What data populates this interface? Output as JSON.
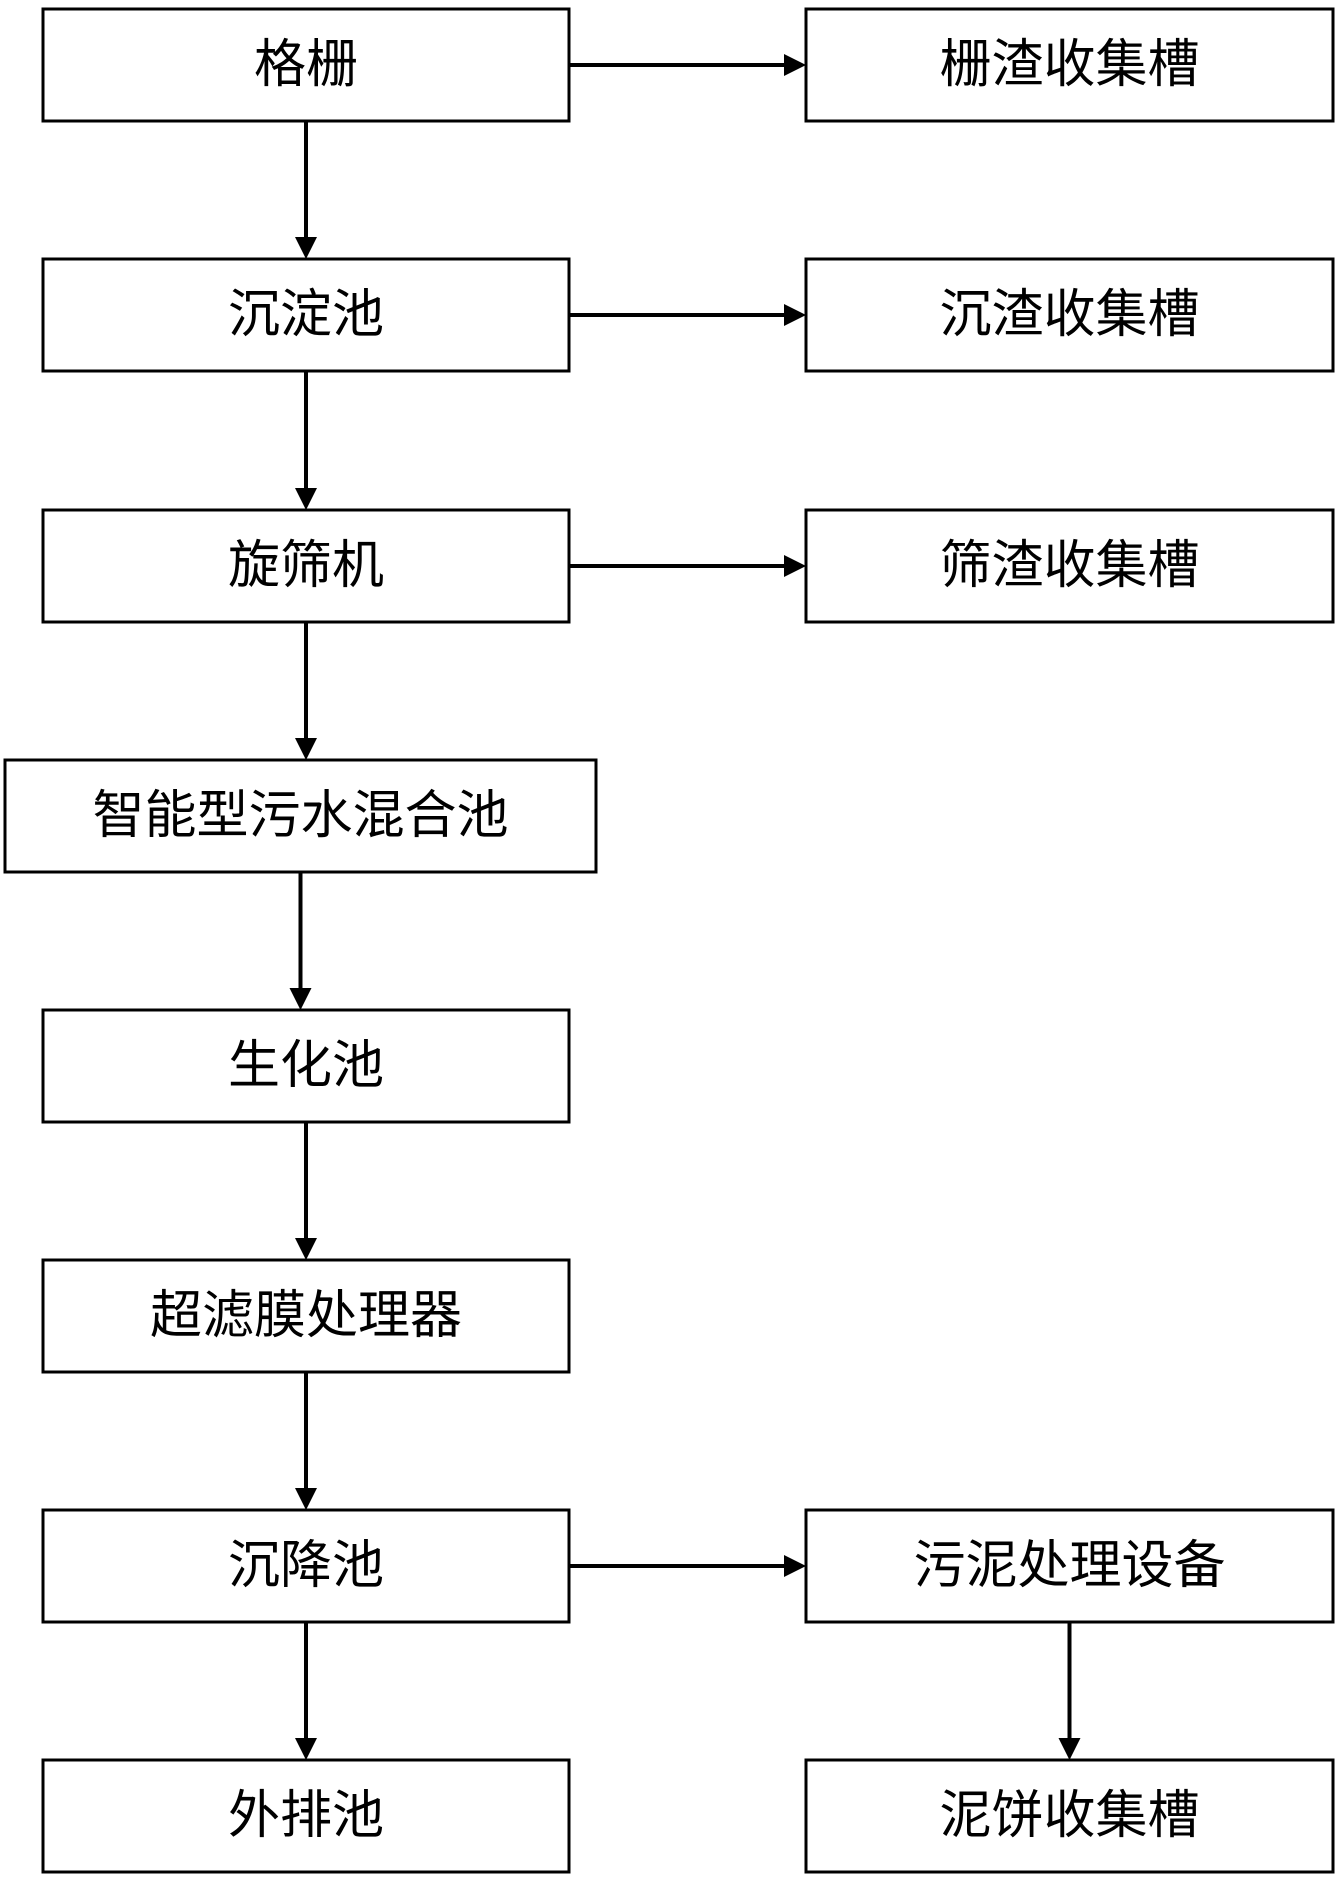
{
  "nodes": [
    {
      "id": "grille",
      "label": "格栅"
    },
    {
      "id": "grille-slag-tank",
      "label": "栅渣收集槽"
    },
    {
      "id": "sedimentation-tank",
      "label": "沉淀池"
    },
    {
      "id": "sediment-slag-tank",
      "label": "沉渣收集槽"
    },
    {
      "id": "rotary-screen",
      "label": "旋筛机"
    },
    {
      "id": "screen-slag-tank",
      "label": "筛渣收集槽"
    },
    {
      "id": "smart-mixing-tank",
      "label": "智能型污水混合池"
    },
    {
      "id": "biochemical-tank",
      "label": "生化池"
    },
    {
      "id": "ultrafiltration-processor",
      "label": "超滤膜处理器"
    },
    {
      "id": "settling-tank",
      "label": "沉降池"
    },
    {
      "id": "sludge-treatment-equipment",
      "label": "污泥处理设备"
    },
    {
      "id": "discharge-tank",
      "label": "外排池"
    },
    {
      "id": "mud-cake-tank",
      "label": "泥饼收集槽"
    }
  ],
  "edges": [
    {
      "from": "grille",
      "to": "grille-slag-tank"
    },
    {
      "from": "grille",
      "to": "sedimentation-tank"
    },
    {
      "from": "sedimentation-tank",
      "to": "sediment-slag-tank"
    },
    {
      "from": "sedimentation-tank",
      "to": "rotary-screen"
    },
    {
      "from": "rotary-screen",
      "to": "screen-slag-tank"
    },
    {
      "from": "rotary-screen",
      "to": "smart-mixing-tank"
    },
    {
      "from": "smart-mixing-tank",
      "to": "biochemical-tank"
    },
    {
      "from": "biochemical-tank",
      "to": "ultrafiltration-processor"
    },
    {
      "from": "ultrafiltration-processor",
      "to": "settling-tank"
    },
    {
      "from": "settling-tank",
      "to": "sludge-treatment-equipment"
    },
    {
      "from": "settling-tank",
      "to": "discharge-tank"
    },
    {
      "from": "sludge-treatment-equipment",
      "to": "mud-cake-tank"
    }
  ]
}
